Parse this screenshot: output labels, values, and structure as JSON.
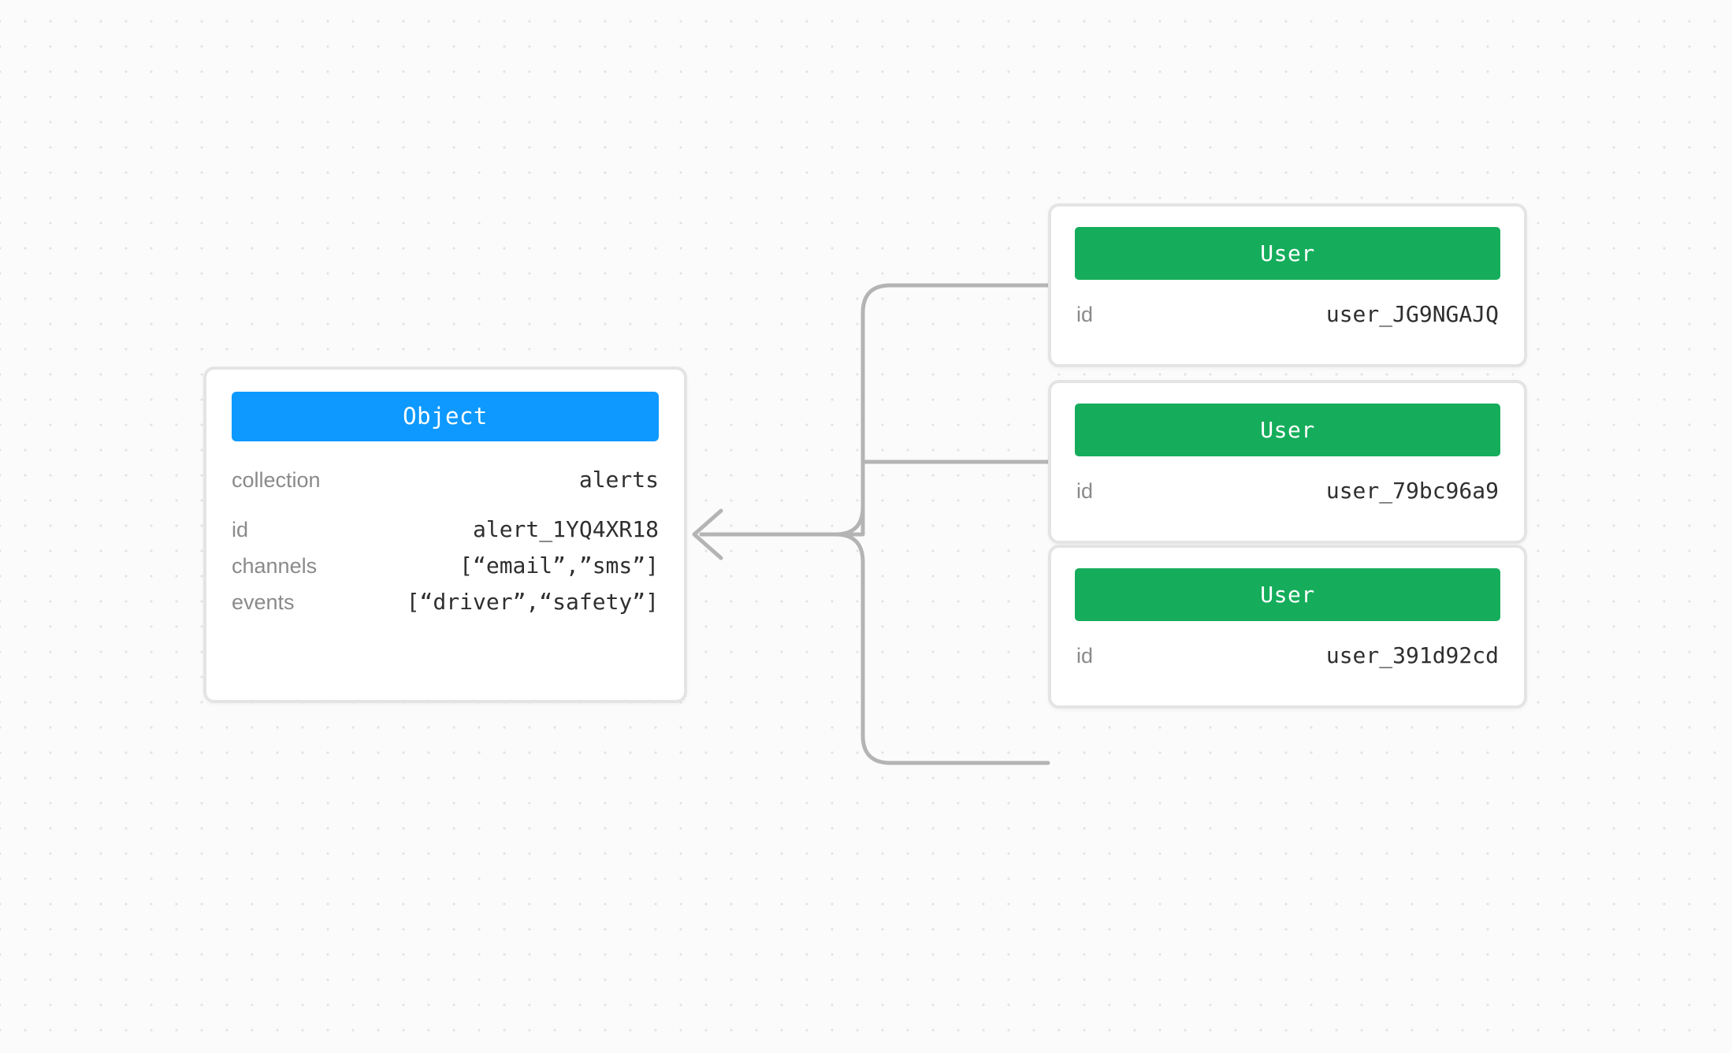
{
  "canvas": {
    "background_color": "#fbfbfb",
    "grid_dot_color": "#e3e3e3",
    "connector_color": "#b4b4b4"
  },
  "nodes": {
    "object": {
      "type_label": "Object",
      "accent_color": "#0d99ff",
      "fields_primary": [
        {
          "key": "collection",
          "value": "alerts"
        }
      ],
      "fields_extra": [
        {
          "key": "id",
          "value": "alert_1YQ4XR18"
        },
        {
          "key": "channels",
          "value": "[“email”,”sms”]"
        },
        {
          "key": "events",
          "value": "[“driver”,“safety”]"
        }
      ]
    },
    "users": [
      {
        "type_label": "User",
        "accent_color": "#15ad5b",
        "fields": [
          {
            "key": "id",
            "value": "user_JG9NGAJQ"
          }
        ]
      },
      {
        "type_label": "User",
        "accent_color": "#15ad5b",
        "fields": [
          {
            "key": "id",
            "value": "user_79bc96a9"
          }
        ]
      },
      {
        "type_label": "User",
        "accent_color": "#15ad5b",
        "fields": [
          {
            "key": "id",
            "value": "user_391d92cd"
          }
        ]
      }
    ]
  },
  "edges": [
    {
      "from": "user-1",
      "to": "object",
      "arrow": "left"
    },
    {
      "from": "user-2",
      "to": "object",
      "arrow": "left"
    },
    {
      "from": "user-3",
      "to": "object",
      "arrow": "left"
    }
  ]
}
